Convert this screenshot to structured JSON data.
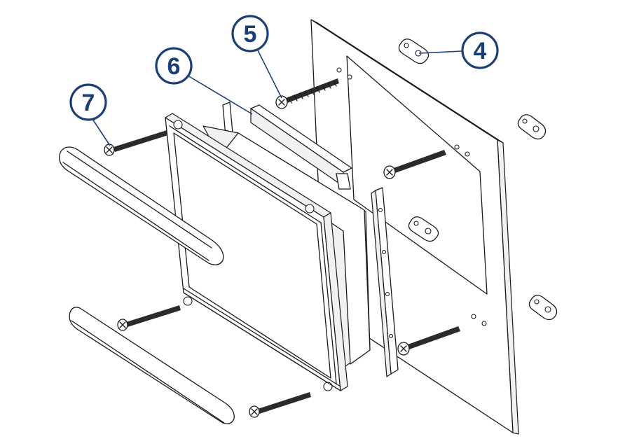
{
  "callouts": {
    "c4": "4",
    "c5": "5",
    "c6": "6",
    "c7": "7"
  },
  "colors": {
    "callout": "#1b3f74",
    "linework": "#1a1a1a"
  },
  "icons": [
    "mounting-plate",
    "display-unit",
    "gasket",
    "screw",
    "bracket-clip",
    "trim-cap"
  ]
}
